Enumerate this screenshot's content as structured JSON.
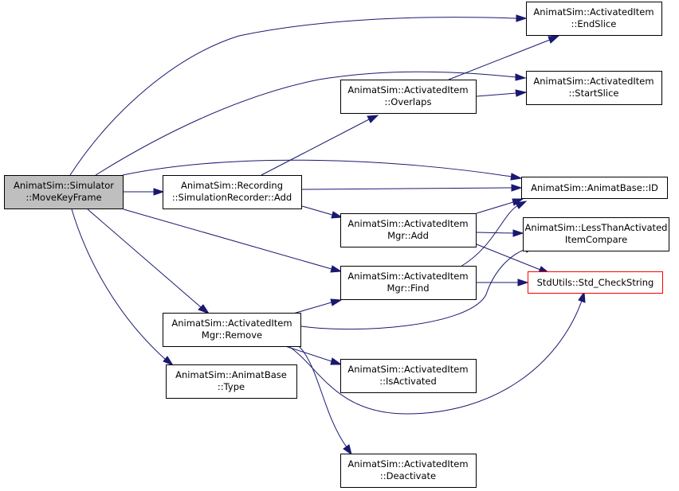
{
  "diagram": {
    "nodes": {
      "movekeyframe": {
        "line1": "AnimatSim::Simulator",
        "line2": "::MoveKeyFrame"
      },
      "recorder_add": {
        "line1": "AnimatSim::Recording",
        "line2": "::SimulationRecorder::Add"
      },
      "mgr_remove": {
        "line1": "AnimatSim::ActivatedItem",
        "line2": "Mgr::Remove"
      },
      "base_type": {
        "line1": "AnimatSim::AnimatBase",
        "line2": "::Type"
      },
      "overlaps": {
        "line1": "AnimatSim::ActivatedItem",
        "line2": "::Overlaps"
      },
      "mgr_add": {
        "line1": "AnimatSim::ActivatedItem",
        "line2": "Mgr::Add"
      },
      "mgr_find": {
        "line1": "AnimatSim::ActivatedItem",
        "line2": "Mgr::Find"
      },
      "isactivated": {
        "line1": "AnimatSim::ActivatedItem",
        "line2": "::IsActivated"
      },
      "deactivate": {
        "line1": "AnimatSim::ActivatedItem",
        "line2": "::Deactivate"
      },
      "endslice": {
        "line1": "AnimatSim::ActivatedItem",
        "line2": "::EndSlice"
      },
      "startslice": {
        "line1": "AnimatSim::ActivatedItem",
        "line2": "::StartSlice"
      },
      "base_id": {
        "line1": "AnimatSim::AnimatBase::ID"
      },
      "lessthan": {
        "line1": "AnimatSim::LessThanActivated",
        "line2": "ItemCompare"
      },
      "checkstring": {
        "line1": "StdUtils::Std_CheckString"
      }
    },
    "colors": {
      "edge": "#191970",
      "root_fill": "#bfbfbf",
      "highlight_border": "#ff0000"
    }
  }
}
